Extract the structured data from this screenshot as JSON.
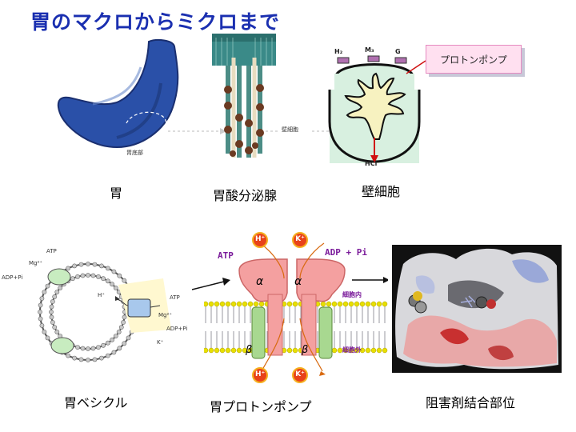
{
  "title": "胃のマクロからミクロまで",
  "captions": {
    "stomach": "胃",
    "gland": "胃酸分泌腺",
    "parietal": "壁細胞",
    "vesicle": "胃ベシクル",
    "pump": "胃プロトンポンプ",
    "binding": "阻害剤結合部位"
  },
  "stomach": {
    "region_label": "胃底部"
  },
  "gland": {
    "cell_label": "壁細胞"
  },
  "parietal": {
    "callout": "プロトンポンプ",
    "receptors": [
      "H₂",
      "M₃",
      "G"
    ],
    "hcl": "HCl"
  },
  "vesicle": {
    "atp": "ATP",
    "mg": "Mg²⁺",
    "adp": "ADP+Pi",
    "h": "H⁺",
    "atp2": "ATP",
    "mg2": "Mg²⁺",
    "adp2": "ADP+Pi",
    "k": "K⁺"
  },
  "pump": {
    "atp": "ATP",
    "adp": "ADP + Pi",
    "h_top": "H⁺",
    "k_top": "K⁺",
    "h_bottom": "H⁺",
    "k_bottom": "K⁺",
    "alpha": "α",
    "beta": "β",
    "inside": "細胞内",
    "outside": "細胞外"
  },
  "colors": {
    "title": "#1a2fb0",
    "stomach": "#2a50a8",
    "pump_alpha": "#f4a0a0",
    "pump_beta": "#a8d890",
    "ion_ball": "#e8421a",
    "membrane_head": "#e8e000"
  }
}
